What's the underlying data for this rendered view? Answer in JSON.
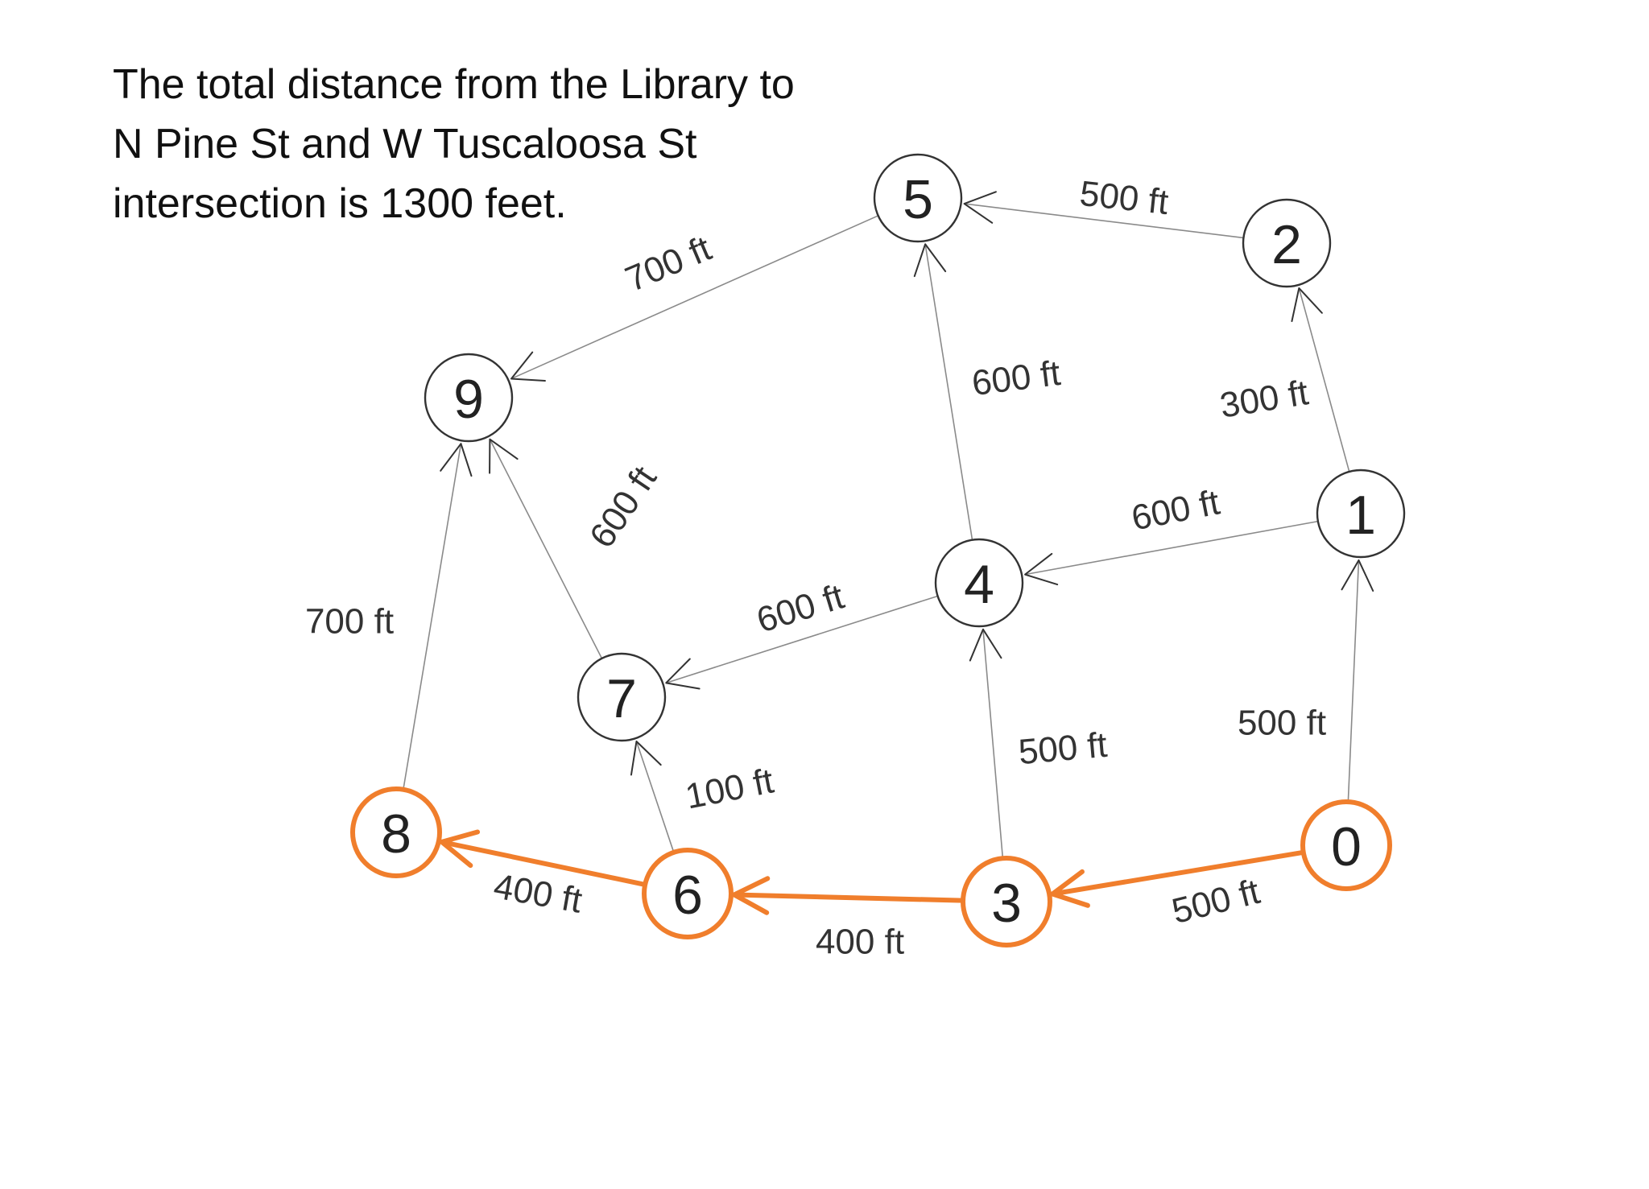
{
  "caption": {
    "lines": [
      "The total distance from the Library to",
      "N Pine St and W Tuscaloosa St",
      "intersection is 1300 feet."
    ]
  },
  "colors": {
    "highlight": "#F07E2C",
    "edge": "#8a8a8a",
    "arrowhead": "#333333",
    "node_stroke": "#333333"
  },
  "graph": {
    "nodes": [
      {
        "id": "0",
        "highlighted": true
      },
      {
        "id": "1",
        "highlighted": false
      },
      {
        "id": "2",
        "highlighted": false
      },
      {
        "id": "3",
        "highlighted": true
      },
      {
        "id": "4",
        "highlighted": false
      },
      {
        "id": "5",
        "highlighted": false
      },
      {
        "id": "6",
        "highlighted": true
      },
      {
        "id": "7",
        "highlighted": false
      },
      {
        "id": "8",
        "highlighted": true
      },
      {
        "id": "9",
        "highlighted": false
      }
    ],
    "edges": [
      {
        "from": "0",
        "to": "1",
        "label": "500 ft",
        "highlighted": false
      },
      {
        "from": "0",
        "to": "3",
        "label": "500 ft",
        "highlighted": true
      },
      {
        "from": "1",
        "to": "2",
        "label": "300 ft",
        "highlighted": false
      },
      {
        "from": "1",
        "to": "4",
        "label": "600 ft",
        "highlighted": false
      },
      {
        "from": "2",
        "to": "5",
        "label": "500 ft",
        "highlighted": false
      },
      {
        "from": "3",
        "to": "4",
        "label": "500 ft",
        "highlighted": false
      },
      {
        "from": "3",
        "to": "6",
        "label": "400 ft",
        "highlighted": true
      },
      {
        "from": "4",
        "to": "5",
        "label": "600 ft",
        "highlighted": false
      },
      {
        "from": "4",
        "to": "7",
        "label": "600 ft",
        "highlighted": false
      },
      {
        "from": "5",
        "to": "9",
        "label": "700 ft",
        "highlighted": false
      },
      {
        "from": "6",
        "to": "7",
        "label": "100 ft",
        "highlighted": false
      },
      {
        "from": "6",
        "to": "8",
        "label": "400 ft",
        "highlighted": true
      },
      {
        "from": "7",
        "to": "9",
        "label": "600 ft",
        "highlighted": false
      },
      {
        "from": "8",
        "to": "9",
        "label": "700 ft",
        "highlighted": false
      }
    ]
  }
}
